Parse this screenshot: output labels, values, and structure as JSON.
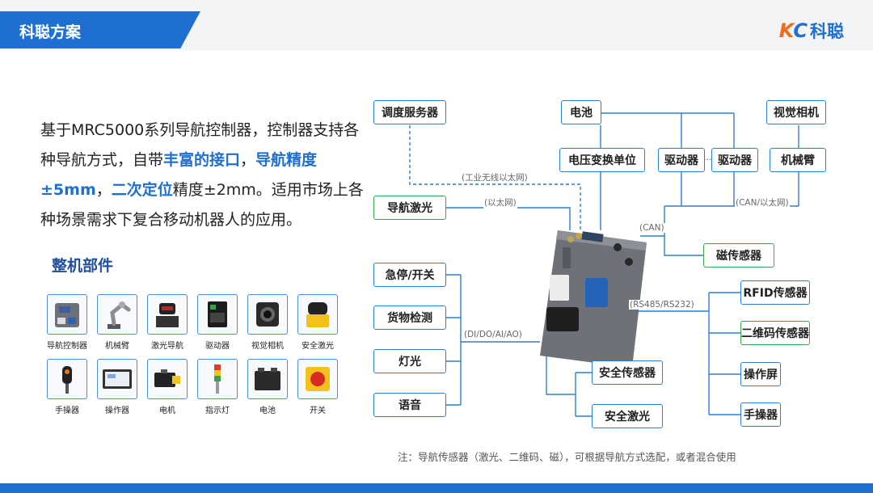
{
  "header": {
    "title": "科聪方案",
    "logo_latin_k": "K",
    "logo_latin_c": "C",
    "logo_cn": "科聪"
  },
  "intro": {
    "t1": "基于MRC5000系列导航控制器，控制器支持各种导航方式，自带",
    "h1": "丰富的接口",
    "t2": "，",
    "h2": "导航精度±5mm",
    "t3": "，",
    "h3": "二次定位",
    "t4": "精度±2mm。适用市场上各种场景需求下复合移动机器人的应用。"
  },
  "parts": {
    "title": "整机部件",
    "items": [
      {
        "label": "导航控制器",
        "icon": "controller-icon"
      },
      {
        "label": "机械臂",
        "icon": "robot-arm-icon"
      },
      {
        "label": "激光导航",
        "icon": "lidar-icon"
      },
      {
        "label": "驱动器",
        "icon": "driver-icon"
      },
      {
        "label": "视觉相机",
        "icon": "camera-icon"
      },
      {
        "label": "安全激光",
        "icon": "safety-laser-icon"
      },
      {
        "label": "手操器",
        "icon": "handheld-icon"
      },
      {
        "label": "操作器",
        "icon": "operator-panel-icon"
      },
      {
        "label": "电机",
        "icon": "motor-icon"
      },
      {
        "label": "指示灯",
        "icon": "indicator-light-icon"
      },
      {
        "label": "电池",
        "icon": "battery-icon"
      },
      {
        "label": "开关",
        "icon": "switch-icon"
      }
    ]
  },
  "diagram": {
    "boxes": {
      "dispatch": "调度服务器",
      "battery": "电池",
      "vision": "视觉相机",
      "voltage": "电压变换单位",
      "driver1": "驱动器",
      "driver2": "驱动器",
      "arm": "机械臂",
      "nav_laser": "导航激光",
      "magnetic": "磁传感器",
      "estop": "急停/开关",
      "cargo": "货物检测",
      "light": "灯光",
      "voice": "语音",
      "rfid": "RFID传感器",
      "qr": "二维码传感器",
      "screen": "操作屏",
      "handheld": "手操器",
      "safety_sensor": "安全传感器",
      "safety_laser": "安全激光"
    },
    "tags": {
      "wireless": "(工业无线以太网)",
      "ethernet": "(以太网)",
      "can": "(CAN)",
      "can_eth": "(CAN/以太网)",
      "rs": "(RS485/RS232)",
      "dio": "(DI/DO/AI/AO)",
      "dots": "···"
    },
    "note": "注：导航传感器（激光、二维码、磁），可根据导航方式选配，或者混合使用"
  },
  "colors": {
    "brand_blue": "#1f6fd1",
    "brand_orange": "#f26a1b",
    "box_blue": "#2d7fd4",
    "box_green": "#39a74a"
  }
}
